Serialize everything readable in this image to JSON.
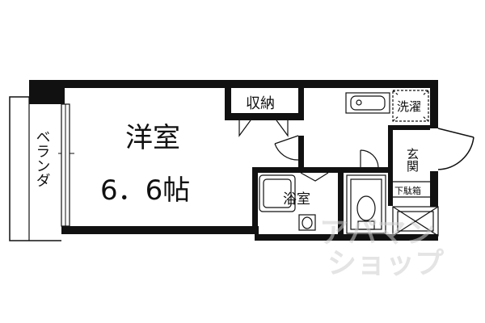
{
  "rooms": {
    "western_room": "洋室",
    "western_room_size": "6．6帖",
    "storage": "収納",
    "washer": "洗濯",
    "bathroom": "浴室",
    "entrance": "玄関",
    "shoe_box": "下駄箱",
    "balcony": "ベランダ"
  },
  "watermark": {
    "line1": "アパマン",
    "line2": "ショップ"
  },
  "colors": {
    "wall": "#111111",
    "background": "#ffffff",
    "watermark": "#cfcfcf"
  }
}
